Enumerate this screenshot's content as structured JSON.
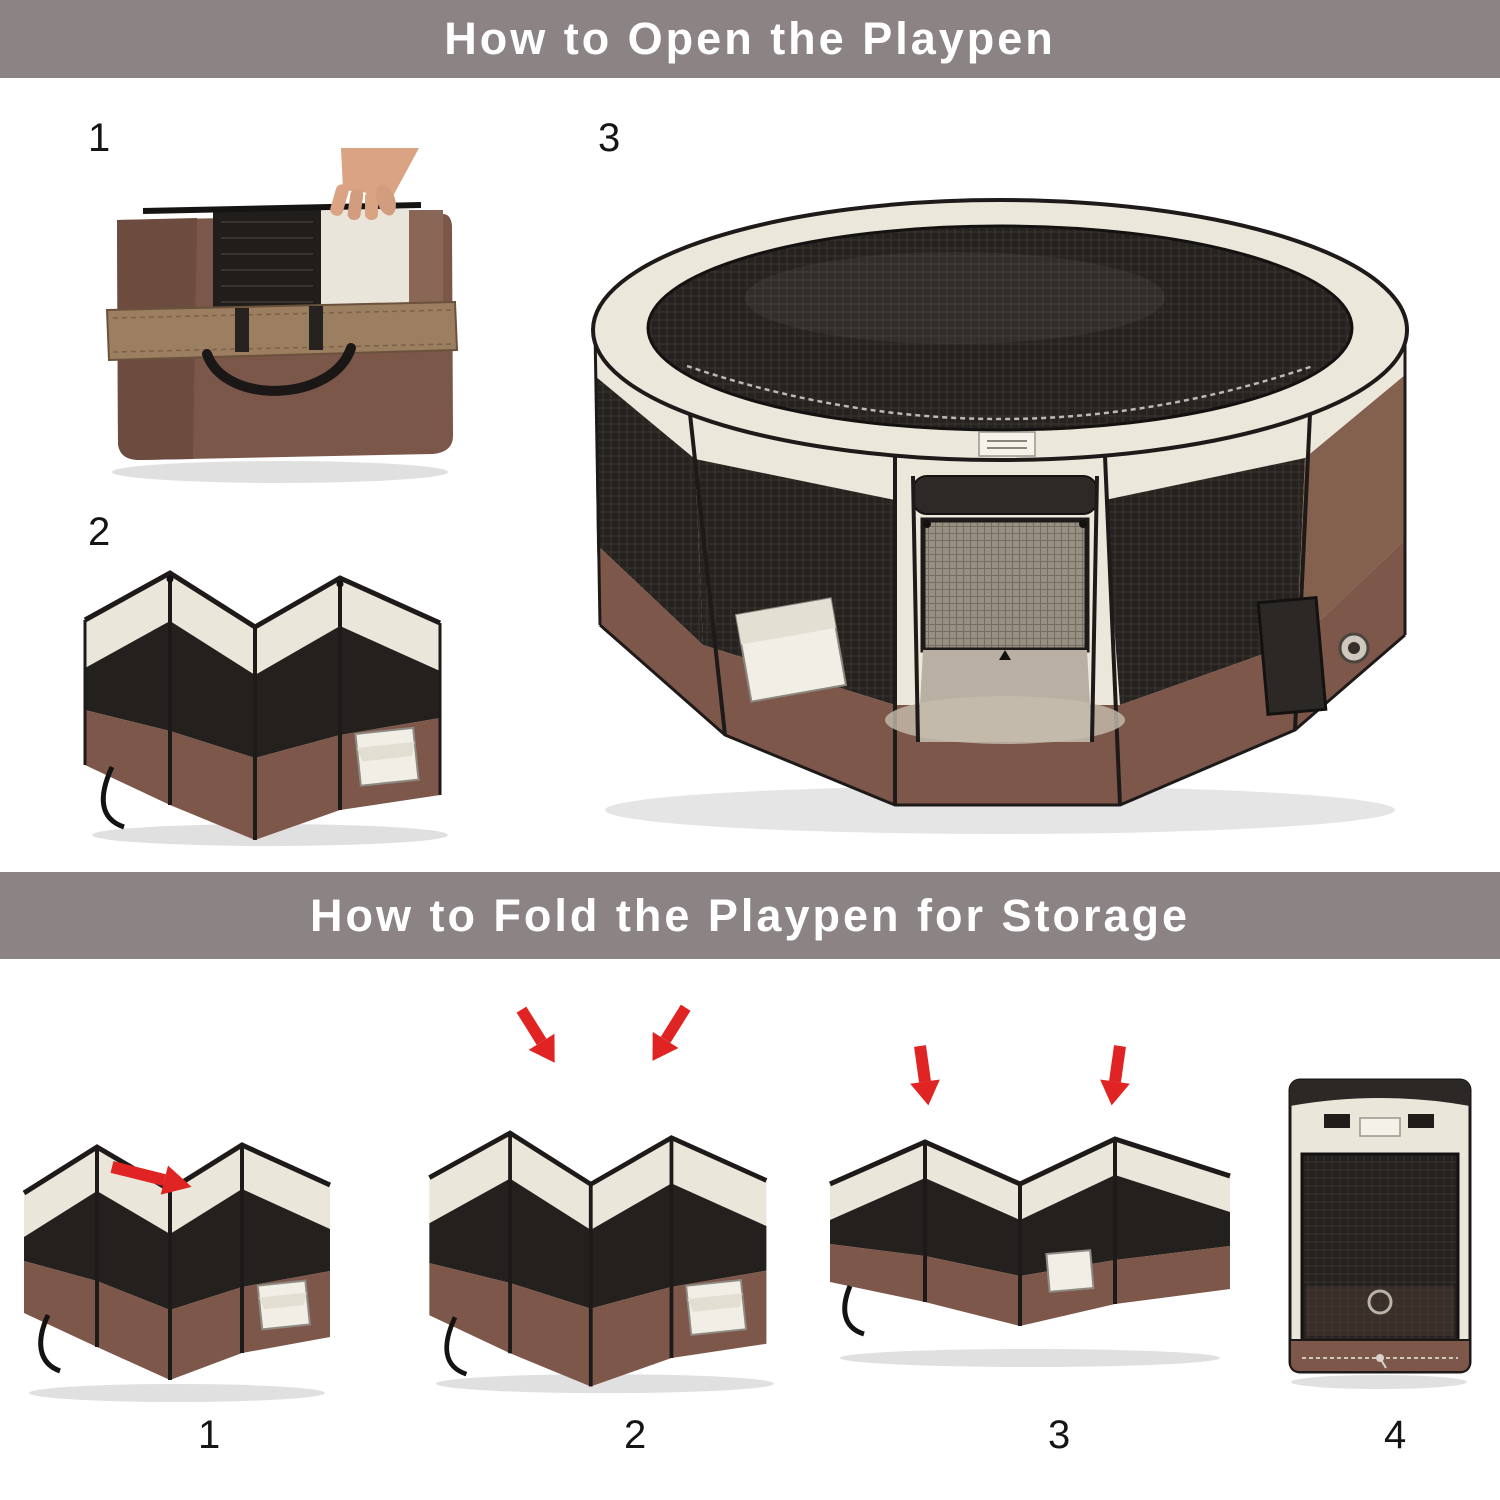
{
  "page": {
    "background": "#ffffff"
  },
  "open_section": {
    "title": "How to Open the Playpen",
    "steps": [
      {
        "number": "1"
      },
      {
        "number": "2"
      },
      {
        "number": "3"
      }
    ]
  },
  "fold_section": {
    "title": "How to Fold the Playpen for Storage",
    "steps": [
      {
        "number": "1"
      },
      {
        "number": "2"
      },
      {
        "number": "3"
      },
      {
        "number": "4"
      }
    ]
  },
  "colors": {
    "banner_bg": "#8b8384",
    "banner_text": "#ffffff",
    "fabric_brown": "#7d584a",
    "fabric_cream": "#ece7db",
    "mesh_dark": "#262220",
    "trim_black": "#1d1a19",
    "strap_tan": "#9c7e60",
    "arrow_red": "#e02424",
    "number_color": "#151515"
  }
}
